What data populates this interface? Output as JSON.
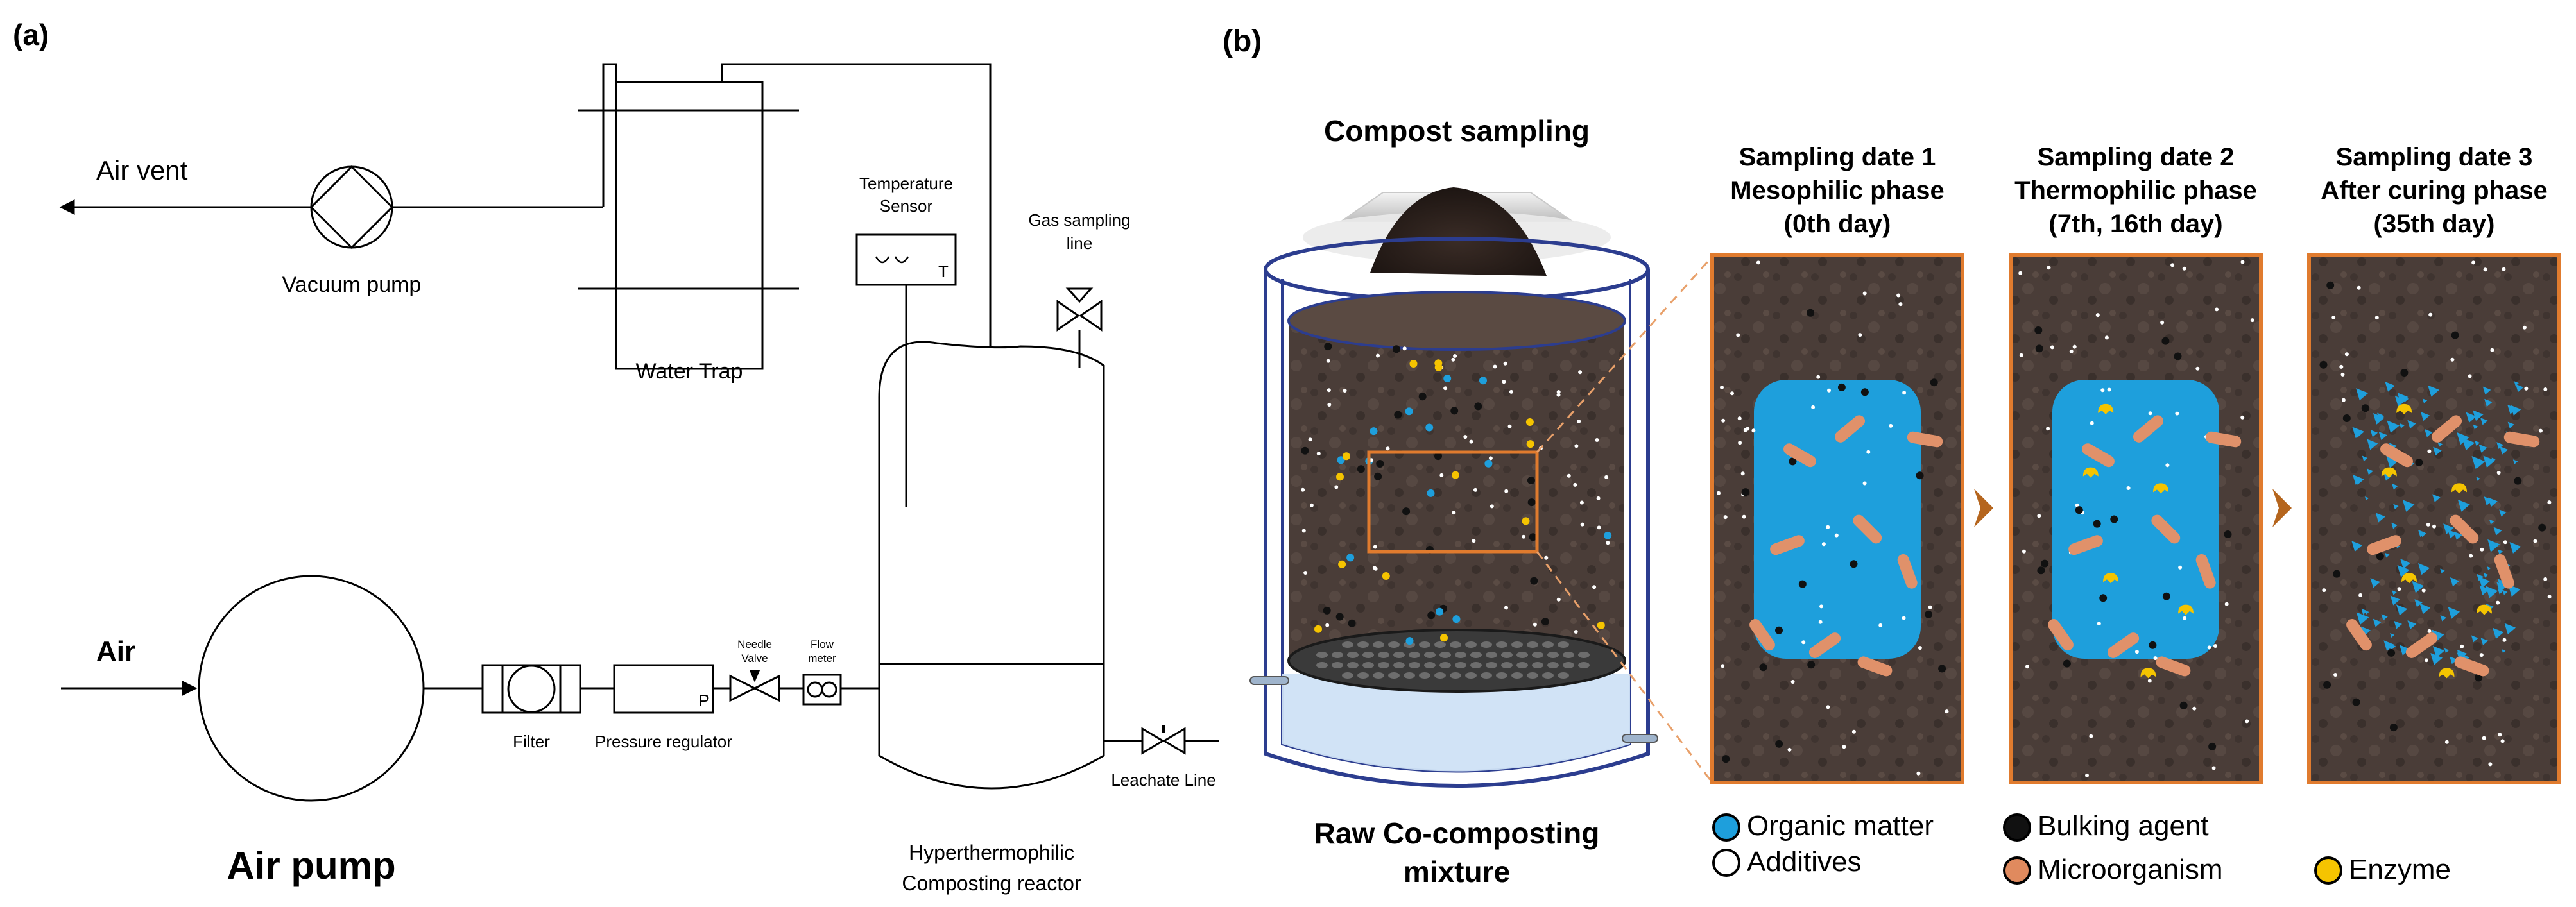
{
  "panel_a": {
    "label": "(a)",
    "air_vent": "Air vent",
    "vacuum_pump": "Vacuum pump",
    "water_trap": "Water Trap",
    "temperature_sensor": [
      "Temperature",
      "Sensor"
    ],
    "temperature_symbol": "T",
    "gas_sampling": [
      "Gas sampling",
      "line"
    ],
    "air_in": "Air",
    "air_pump": "Air pump",
    "filter": "Filter",
    "pressure_regulator": "Pressure regulator",
    "pressure_symbol": "P",
    "needle_valve": [
      "Needle",
      "Valve"
    ],
    "flow_meter": [
      "Flow",
      "meter"
    ],
    "leachate_line": "Leachate Line",
    "reactor": [
      "Hyperthermophilic",
      "Composting reactor"
    ]
  },
  "panel_b": {
    "label": "(b)",
    "compost_sampling": "Compost sampling",
    "raw_mixture": [
      "Raw Co-composting",
      "mixture"
    ],
    "sampling": [
      {
        "line1": "Sampling date 1",
        "line2": "Mesophilic phase",
        "line3": "(0th day)"
      },
      {
        "line1": "Sampling date 2",
        "line2": "Thermophilic phase",
        "line3": "(7th, 16th day)"
      },
      {
        "line1": "Sampling date 3",
        "line2": "After curing phase",
        "line3": "(35th day)"
      }
    ],
    "legend": [
      {
        "label": "Organic matter",
        "color": "#1e9fdc"
      },
      {
        "label": "Additives",
        "color": "#ffffff"
      },
      {
        "label": "Bulking agent",
        "color": "#111111"
      },
      {
        "label": "Microorganism",
        "color": "#e08a5e"
      },
      {
        "label": "Enzyme",
        "color": "#f5c400"
      }
    ],
    "colors": {
      "soil": "#4a3d38",
      "organic": "#1e9fdc",
      "microbe": "#e0916a",
      "enzyme": "#f5c400",
      "frame": "#e07b2e",
      "arrow": "#b5651d",
      "vessel": "#2c3d8f"
    }
  }
}
